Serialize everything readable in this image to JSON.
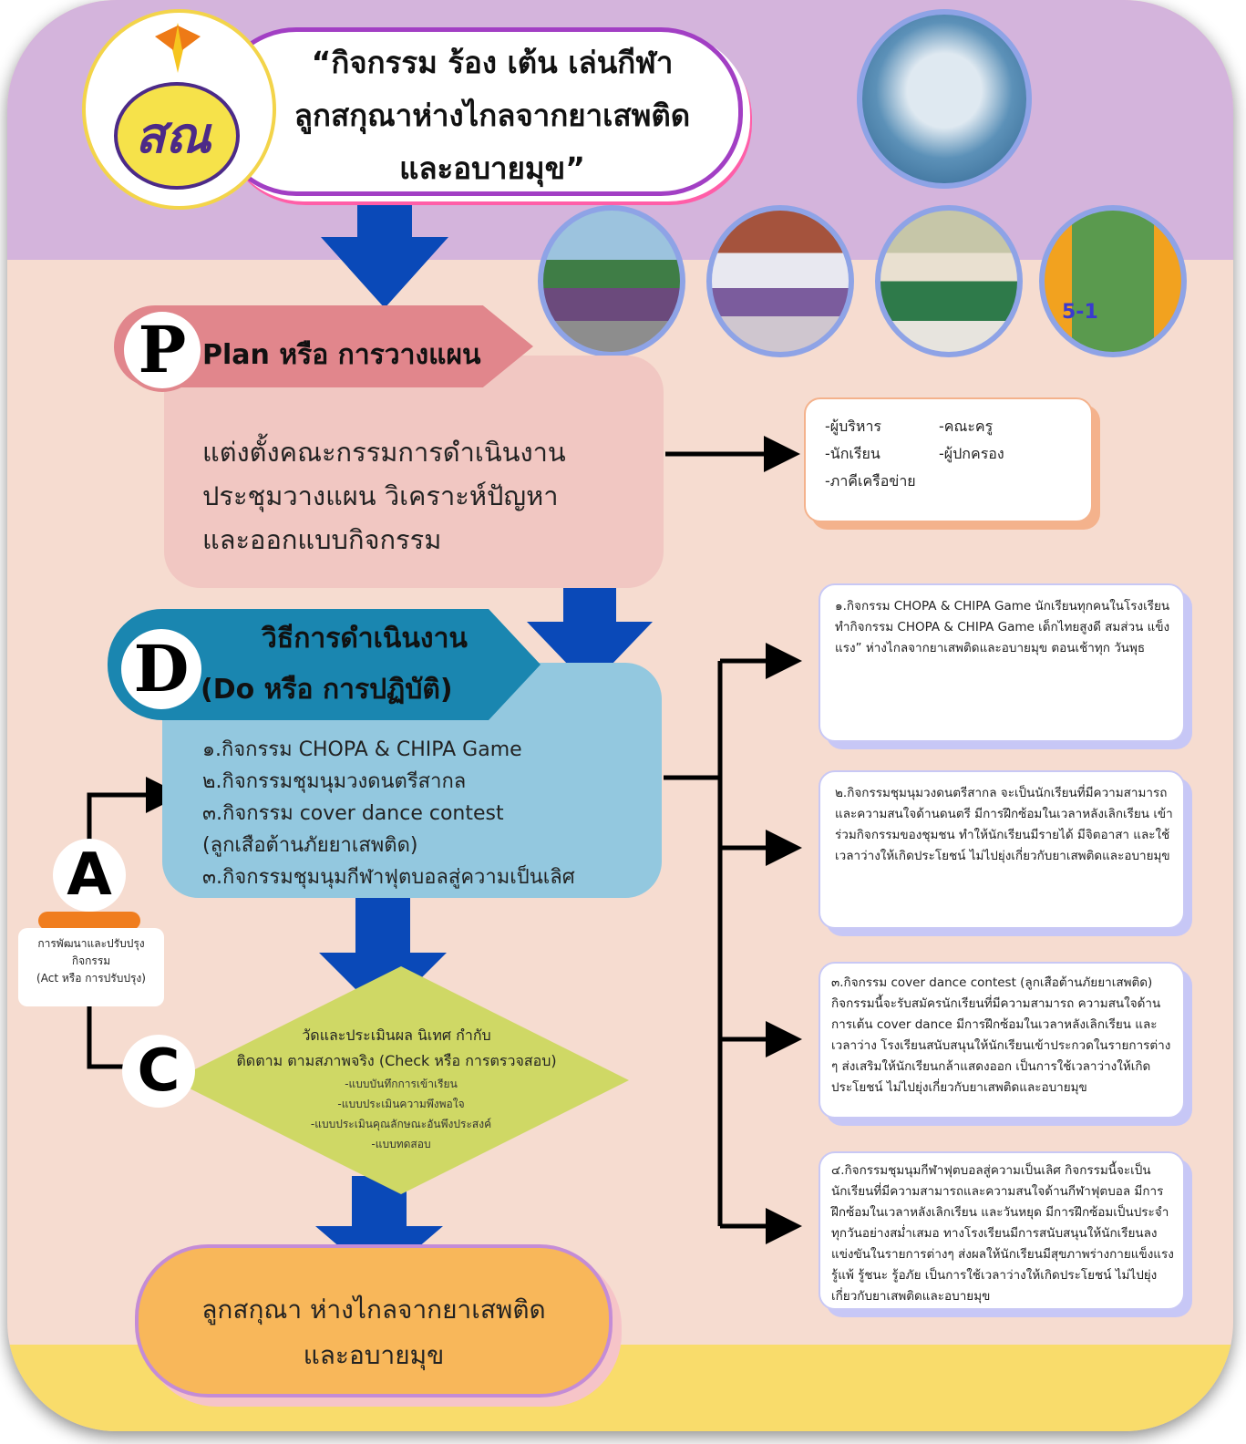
{
  "title": {
    "line1": "“กิจกรรม ร้อง เต้น เล่นกีฬา",
    "line2": "ลูกสกุณาห่างไกลจากยาเสพติด",
    "line3": "และอบายมุข”"
  },
  "logo": {
    "text": "สณ"
  },
  "photos": {
    "badge": "5-1"
  },
  "plan": {
    "letter": "P",
    "title": "Plan หรือ การวางแผน",
    "lines": [
      "แต่งตั้งคณะกรรมการดำเนินงาน",
      "ประชุมวางแผน วิเคราะห์ปัญหา",
      "และออกแบบกิจกรรม"
    ]
  },
  "stakeholders": [
    "-ผู้บริหาร",
    "-คณะครู",
    "-นักเรียน",
    "-ผู้ปกครอง",
    "-ภาคีเครือข่าย"
  ],
  "do": {
    "letter": "D",
    "title1": "วิธีการดำเนินงาน",
    "title2": "(Do หรือ การปฏิบัติ)",
    "lines": [
      "๑.กิจกรรม CHOPA & CHIPA Game",
      "๒.กิจกรรมชุมนุมวงดนตรีสากล",
      "๓.กิจกรรม cover dance contest",
      "(ลูกเสือต้านภัยยาเสพติด)",
      "๓.กิจกรรมชุมนุมกีฬาฟุตบอลสู่ความเป็นเลิศ"
    ]
  },
  "act": {
    "letter": "A",
    "lines": [
      "การพัฒนาและปรับปรุง",
      "กิจกรรม",
      "(Act หรือ การปรับปรุง)"
    ]
  },
  "check": {
    "letter": "C",
    "lines": [
      "วัดและประเมินผล นิเทศ กำกับ",
      "ติดตาม ตามสภาพจริง (Check หรือ การตรวจสอบ)"
    ],
    "tools": [
      "-แบบบันทึกการเข้าเรียน",
      "-แบบประเมินความพึงพอใจ",
      "-แบบประเมินคุณลักษณะอันพึงประสงค์",
      "-แบบทดสอบ"
    ]
  },
  "result": {
    "line1": "ลูกสกุณา ห่างไกลจากยาเสพติด",
    "line2": "และอบายมุข"
  },
  "notes": [
    "๑.กิจกรรม CHOPA & CHIPA Game นักเรียนทุกคนในโรงเรียนทำกิจกรรม CHOPA & CHIPA Game เด็กไทยสูงดี สมส่วน แข็งแรง” ห่างไกลจากยาเสพติดและอบายมุข ตอนเช้าทุก วันพุธ",
    "๒.กิจกรรมชุมนุมวงดนตรีสากล จะเป็นนักเรียนที่มีความสามารถและความสนใจด้านดนตรี มีการฝึกซ้อมในเวลาหลังเลิกเรียน เข้าร่วมกิจกรรมของชุมชน ทำให้นักเรียนมีรายได้ มีจิตอาสา และใช้เวลาว่างให้เกิดประโยชน์ ไม่ไปยุ่งเกี่ยวกับยาเสพติดและอบายมุข",
    "๓.กิจกรรม cover dance contest (ลูกเสือต้านภัยยาเสพติด) กิจกรรมนี้จะรับสมัครนักเรียนที่มีความสามารถ ความสนใจด้านการเต้น cover dance มีการฝึกซ้อมในเวลาหลังเลิกเรียน และเวลาว่าง โรงเรียนสนับสนุนให้นักเรียนเข้าประกวดในรายการต่าง ๆ ส่งเสริมให้นักเรียนกล้าแสดงออก เป็นการใช้เวลาว่างให้เกิดประโยชน์ ไม่ไปยุ่งเกี่ยวกับยาเสพติดและอบายมุข",
    "๔.กิจกรรมชุมนุมกีฬาฟุตบอลสู่ความเป็นเลิศ กิจกรรมนี้จะเป็นนักเรียนที่มีความสามารถและความสนใจด้านกีฬาฟุตบอล มีการฝึกซ้อมในเวลาหลังเลิกเรียน และวันหยุด มีการฝึกซ้อมเป็นประจำทุกวันอย่างสม่ำเสมอ ทางโรงเรียนมีการสนับสนุนให้นักเรียนลงแข่งขันในรายการต่างๆ ส่งผลให้นักเรียนมีสุขภาพร่างกายแข็งแรง รู้แพ้ รู้ชนะ รู้อภัย เป็นการใช้เวลาว่างให้เกิดประโยชน์ ไม่ไปยุ่งเกี่ยวกับยาเสพติดและอบายมุข"
  ],
  "colors": {
    "plan": "#e1868c",
    "do": "#1a86b0",
    "check": "#cfd865",
    "act": "#f07d1e",
    "arrow": "#0a49b8",
    "result": "#f8b75a"
  }
}
